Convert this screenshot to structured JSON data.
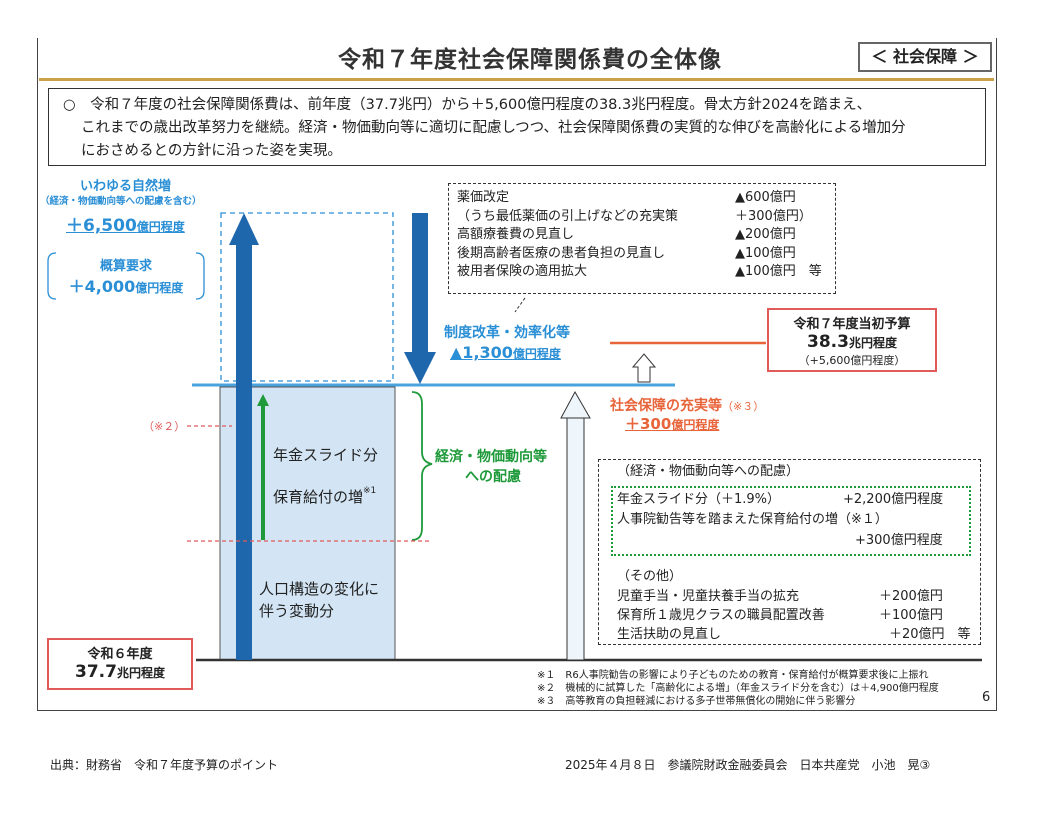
{
  "title": "令和７年度社会保障関係費の全体像",
  "tag": "＜ 社会保障 ＞",
  "intro": {
    "line1": "○　令和７年度の社会保障関係費は、前年度（37.7兆円）から＋5,600億円程度の38.3兆円程度。骨太方針2024を踏まえ、",
    "line2": "これまでの歳出改革努力を継続。経済・物価動向等に適切に配慮しつつ、社会保障関係費の実質的な伸びを高齢化による増加分",
    "line3": "におさめるとの方針に沿った姿を実現。"
  },
  "natural_increase": {
    "title": "いわゆる自然増",
    "sub": "（経済・物価動向等への配慮を含む）",
    "amount_num": "＋6,500",
    "amount_unit": "億円程度"
  },
  "budget_request": {
    "title": "概算要求",
    "amount_num": "＋4,000",
    "amount_unit": "億円程度"
  },
  "reform_box": {
    "rows": [
      {
        "item": "薬価改定",
        "value": "▲600億円"
      },
      {
        "item": "（うち最低薬価の引上げなどの充実策",
        "value": "＋300億円）"
      },
      {
        "item": "高額療養費の見直し",
        "value": "▲200億円"
      },
      {
        "item": "後期高齢者医療の患者負担の見直し",
        "value": "▲100億円"
      },
      {
        "item": "被用者保険の適用拡大",
        "value": "▲100億円　等"
      }
    ]
  },
  "reform": {
    "title": "制度改革・効率化等",
    "amount_num": "▲1,300",
    "amount_unit": "億円程度"
  },
  "r7_budget": {
    "title": "令和７年度当初予算",
    "amount_num": "38.3",
    "amount_unit": "兆円程度",
    "delta": "（+5,600億円程度）"
  },
  "enhancement": {
    "title": "社会保障の充実等",
    "note": "（※３）",
    "amount_num": "＋300",
    "amount_unit": "億円程度"
  },
  "note2_marker": "（※２）",
  "bar_labels": {
    "pension": "年金スライド分",
    "childcare": "保育給付の増",
    "childcare_note": "※1",
    "population_line1": "人口構造の変化に",
    "population_line2": "伴う変動分"
  },
  "economy": {
    "line1": "経済・物価動向等",
    "line2": "への配慮"
  },
  "r6": {
    "title": "令和６年度",
    "amount_num": "37.7",
    "amount_unit": "兆円程度"
  },
  "detail_box": {
    "header": "（経済・物価動向等への配慮）",
    "pension_item": "年金スライド分（＋1.9%）",
    "pension_value": "+2,200億円程度",
    "childcare_item": "人事院勧告等を踏まえた保育給付の増（※１）",
    "childcare_value": "+300億円程度",
    "other_header": "（その他）",
    "others": [
      {
        "item": "児童手当・児童扶養手当の拡充",
        "value": "＋200億円"
      },
      {
        "item": "保育所１歳児クラスの職員配置改善",
        "value": "＋100億円"
      },
      {
        "item": "生活扶助の見直し",
        "value": "＋20億円　等"
      }
    ]
  },
  "footnotes": [
    "※１　R6人事院勧告の影響により子どものための教育・保育給付が概算要求後に上振れ",
    "※２　機械的に試算した「高齢化による増」（年金スライド分を含む）は＋4,900億円程度",
    "※３　高等教育の負担軽減における多子世帯無償化の開始に伴う影響分"
  ],
  "page_number": "6",
  "footer": {
    "source": "出典：財務省　令和７年度予算のポイント",
    "credit": "2025年４月８日　参議院財政金融委員会　日本共産党　小池　晃③"
  },
  "colors": {
    "accent_blue": "#2b8fd6",
    "arrow_blue": "#1f67ad",
    "bar_fill": "#d3e5f4",
    "orange": "#e8643a",
    "green": "#1e9a3a",
    "red_border": "#e05a5a",
    "gold_rule": "#c9a24a"
  }
}
